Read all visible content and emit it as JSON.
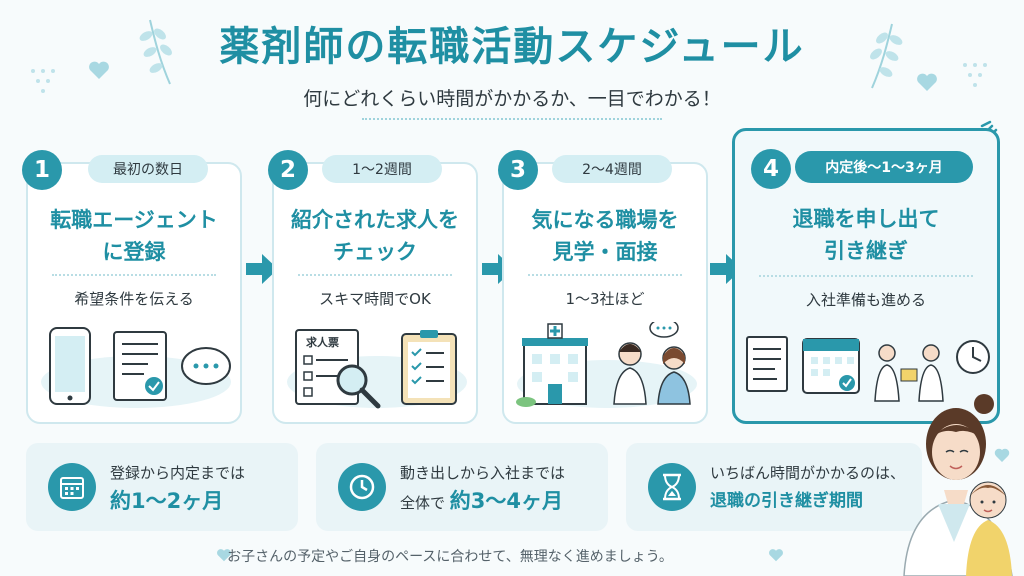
{
  "header": {
    "title": "薬剤師の転職活動スケジュール",
    "subtitle": "何にどれくらい時間がかかるか、一目でわかる！"
  },
  "steps": [
    {
      "num": "1",
      "period": "最初の数日",
      "title_l1": "転職エージェント",
      "title_l2": "に登録",
      "desc": "希望条件を伝える"
    },
    {
      "num": "2",
      "period": "1～2週間",
      "title_l1": "紹介された求人を",
      "title_l2": "チェック",
      "desc": "スキマ時間でOK",
      "doc_label": "求人票"
    },
    {
      "num": "3",
      "period": "2～4週間",
      "title_l1": "気になる職場を",
      "title_l2": "見学・面接",
      "desc": "1～3社ほど"
    },
    {
      "num": "4",
      "period": "内定後～1～3ヶ月",
      "title_l1": "退職を申し出て",
      "title_l2": "引き継ぎ",
      "desc": "入社準備も進める"
    }
  ],
  "summary": [
    {
      "line1": "登録から内定までは",
      "line2": "約1～2ヶ月",
      "icon": "calendar-icon"
    },
    {
      "line1_pre": "動き出しから入社までは",
      "line2_pre": "全体で",
      "line2_em": "約3～4ヶ月",
      "icon": "clock-icon"
    },
    {
      "line1": "いちばん時間がかかるのは、",
      "line2": "退職の引き継ぎ期間",
      "icon": "hourglass-icon"
    }
  ],
  "footer": "お子さんの予定やご自身のペースに合わせて、無理なく進めましょう。",
  "colors": {
    "accent": "#2a98ab",
    "title": "#1f8fa3",
    "pill": "#d4eef3",
    "card_border": "#cfe8ee"
  }
}
